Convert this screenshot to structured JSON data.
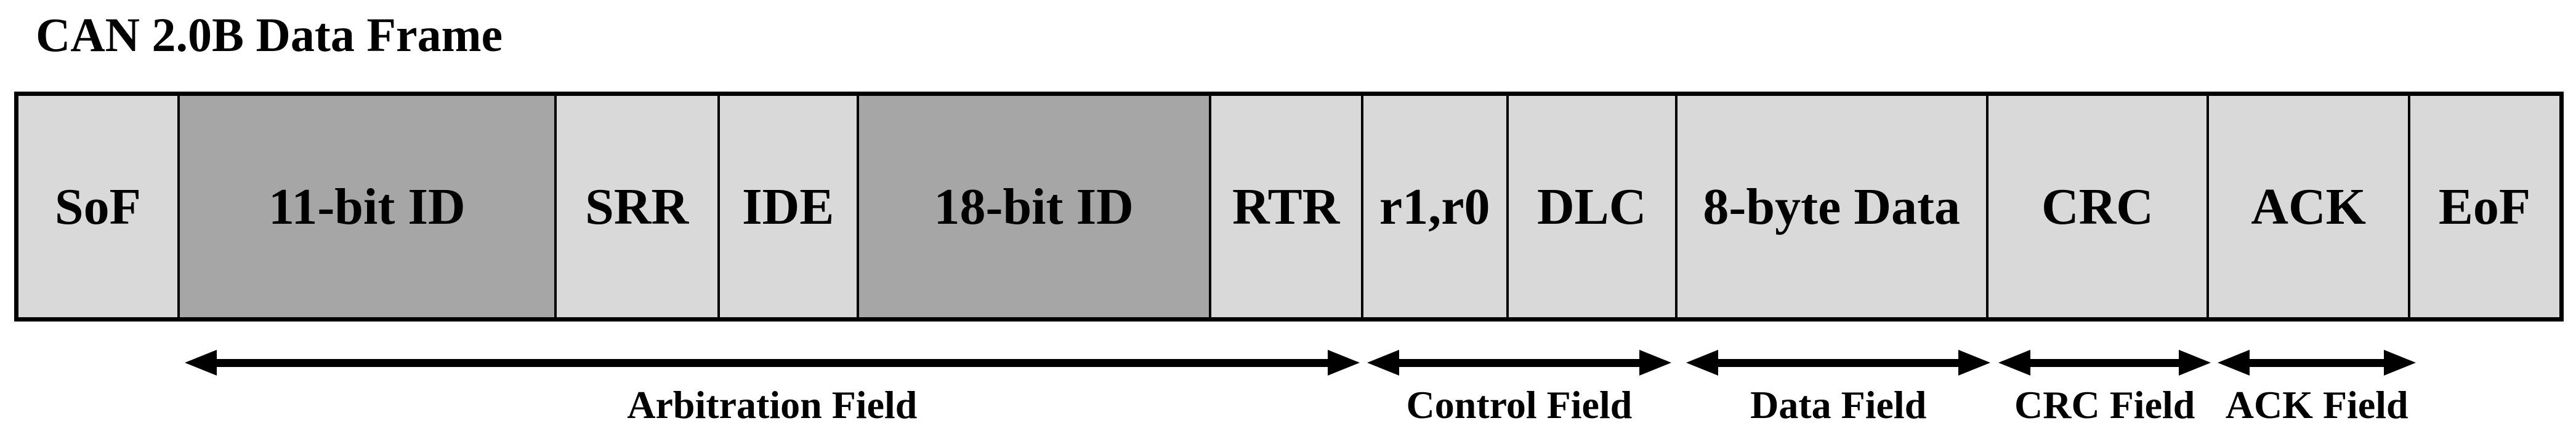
{
  "title": "CAN 2.0B Data Frame",
  "colors": {
    "box_light": "#d9d9d9",
    "box_dark": "#a6a6a6",
    "border": "#000000",
    "text": "#000000",
    "background": "#ffffff"
  },
  "frame": {
    "segments": [
      {
        "label": "SoF",
        "shaded": false,
        "width_pct": 6.25
      },
      {
        "label": "11-bit ID",
        "shaded": true,
        "width_pct": 14.83
      },
      {
        "label": "SRR",
        "shaded": false,
        "width_pct": 6.42
      },
      {
        "label": "IDE",
        "shaded": false,
        "width_pct": 5.48
      },
      {
        "label": "18-bit ID",
        "shaded": true,
        "width_pct": 13.86
      },
      {
        "label": "RTR",
        "shaded": false,
        "width_pct": 5.99
      },
      {
        "label": "r1,r0",
        "shaded": false,
        "width_pct": 5.72
      },
      {
        "label": "DLC",
        "shaded": false,
        "width_pct": 6.64
      },
      {
        "label": "8-byte Data",
        "shaded": false,
        "width_pct": 12.24
      },
      {
        "label": "CRC",
        "shaded": false,
        "width_pct": 8.69
      },
      {
        "label": "ACK",
        "shaded": false,
        "width_pct": 7.92
      },
      {
        "label": "EoF",
        "shaded": false,
        "width_pct": 5.94
      }
    ]
  },
  "fields": [
    {
      "label": "Arbitration Field",
      "from_segment": "11-bit ID",
      "to_segment": "RTR"
    },
    {
      "label": "Control Field",
      "from_segment": "r1,r0",
      "to_segment": "DLC"
    },
    {
      "label": "Data Field",
      "from_segment": "8-byte Data",
      "to_segment": "8-byte Data"
    },
    {
      "label": "CRC Field",
      "from_segment": "CRC",
      "to_segment": "CRC"
    },
    {
      "label": "ACK Field",
      "from_segment": "ACK",
      "to_segment": "ACK"
    }
  ]
}
